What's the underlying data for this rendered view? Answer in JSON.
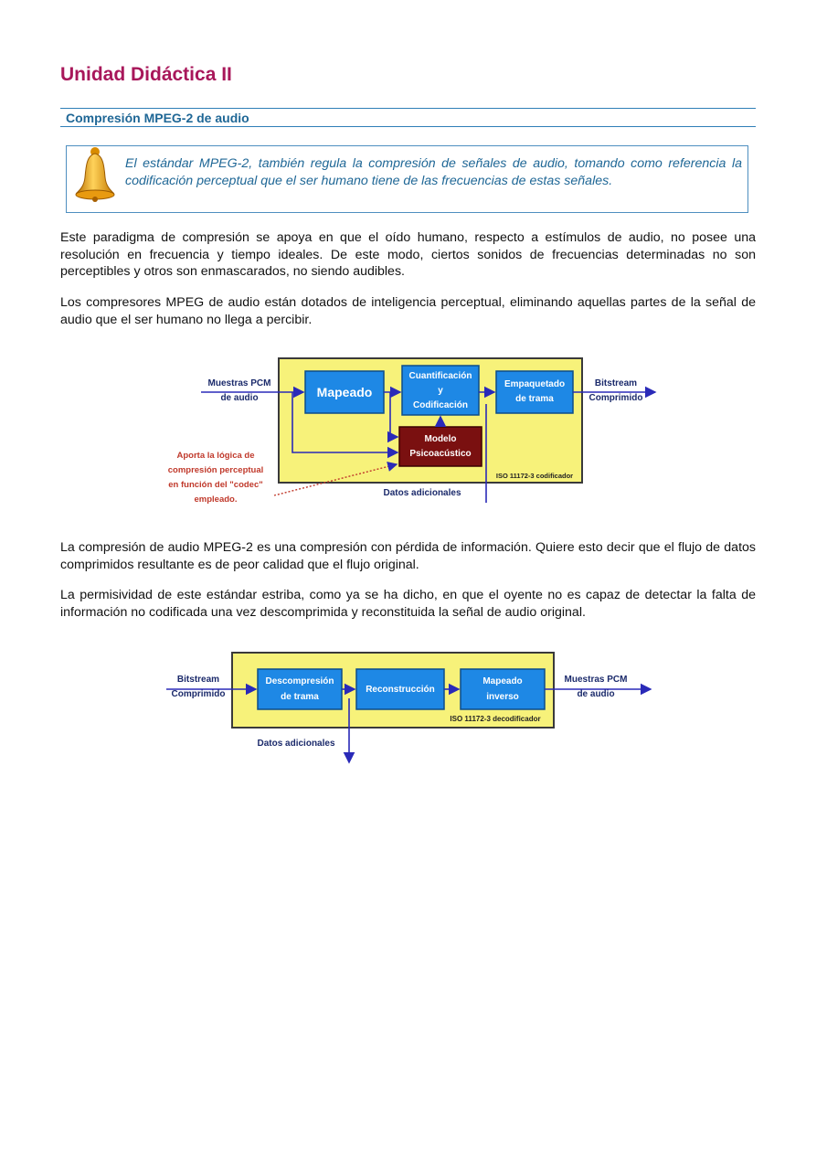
{
  "header": {
    "title": "Unidad Didáctica II",
    "section": "Compresión MPEG-2 de audio"
  },
  "note": {
    "icon": "bell-icon",
    "text": "El estándar MPEG-2, también regula la compresión de señales de audio, tomando como referencia la codificación perceptual que el ser humano tiene de las frecuencias de estas señales."
  },
  "paragraphs": {
    "p1": "Este paradigma de compresión se apoya en que el oído humano, respecto a estímulos de audio, no posee una resolución en frecuencia y tiempo ideales. De este modo, ciertos sonidos de frecuencias determinadas no son perceptibles y otros son enmascarados, no siendo audibles.",
    "p2": "Los compresores MPEG de audio están dotados de inteligencia perceptual, eliminando aquellas partes de la señal de audio que el ser humano no llega a percibir.",
    "p3": "La compresión de audio MPEG-2 es una compresión con pérdida de información. Quiere esto decir que el flujo de datos comprimidos resultante es de peor calidad que el flujo original.",
    "p4": "La permisividad de este estándar estriba, como ya se ha dicho, en que el oyente no es capaz de detectar la falta de información no codificada una vez descomprimida y reconstituida la señal de audio original."
  },
  "encoder": {
    "input_line1": "Muestras PCM",
    "input_line2": "de audio",
    "mapeado": "Mapeado",
    "cuant_line1": "Cuantificación",
    "cuant_line2": "y",
    "cuant_line3": "Codificación",
    "emp_line1": "Empaquetado",
    "emp_line2": "de trama",
    "output_line1": "Bitstream",
    "output_line2": "Comprimido",
    "modelo_line1": "Modelo",
    "modelo_line2": "Psicoacústico",
    "note_line1": "Aporta la lógica de",
    "note_line2": "compresión perceptual",
    "note_line3": "en función del \"codec\"",
    "note_line4": "empleado.",
    "datos": "Datos adicionales",
    "iso": "ISO 11172-3 codificador"
  },
  "decoder": {
    "input_line1": "Bitstream",
    "input_line2": "Comprimido",
    "desc_line1": "Descompresión",
    "desc_line2": "de trama",
    "recon": "Reconstrucción",
    "map_line1": "Mapeado",
    "map_line2": "inverso",
    "output_line1": "Muestras PCM",
    "output_line2": "de audio",
    "datos": "Datos adicionales",
    "iso": "ISO 11172-3 decodificador"
  },
  "colors": {
    "title": "#a8175a",
    "section": "#1f6796",
    "block_blue": "#1e88e5",
    "panel_yellow": "#f7f27a",
    "modelo_red": "#7a1010",
    "arrow": "#2a2ab8"
  }
}
